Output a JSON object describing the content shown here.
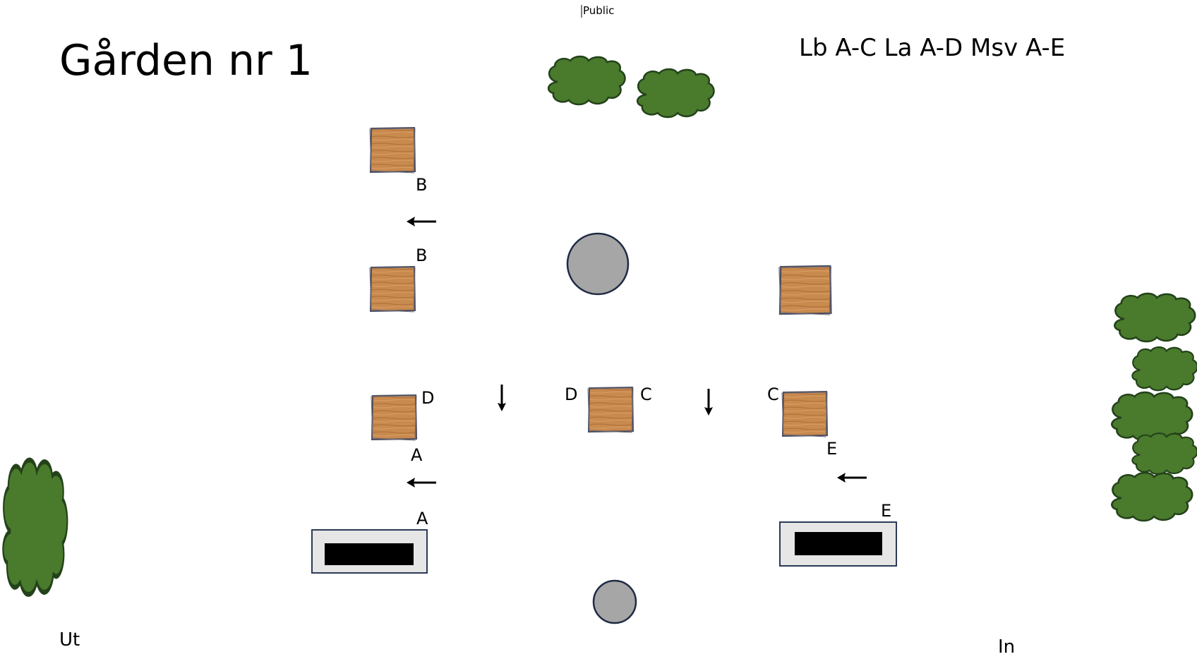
{
  "header": {
    "classification": "Public",
    "title": "Gården nr 1",
    "legend": "Lb A-C La A-D Msv A-E"
  },
  "labels": {
    "crate_top_b": "B",
    "crate_mid_b": "B",
    "crate_left_d": "D",
    "crate_left_a": "A",
    "crate_center_d": "D",
    "crate_center_c": "C",
    "crate_right_c": "C",
    "crate_right_e": "E",
    "bench_left_a": "A",
    "bench_right_e": "E",
    "exit": "Ut",
    "entrance": "In"
  },
  "colors": {
    "bush": "#4a7a2c",
    "bush_outline": "#23421a",
    "crate": "#c98a4e",
    "crate_grain": "#a86a35",
    "crate_outline": "#4d4d5c",
    "stone": "#a6a6a6",
    "stone_outline": "#1f2a44",
    "bench_frame": "#e6e6e6",
    "bench_outline": "#2b3a55",
    "bench_seat": "#000000"
  }
}
